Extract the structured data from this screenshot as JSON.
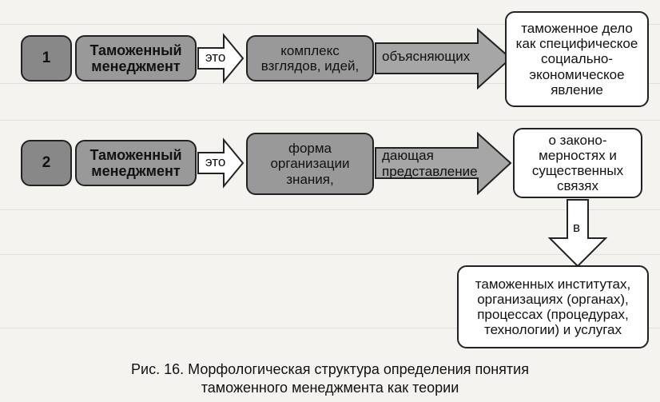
{
  "row1": {
    "num": "1",
    "subject": "Таможенный менеджмент",
    "arrow_label": "это",
    "concept": "комплекс взглядов, идей,",
    "connector": "объясняющих",
    "object": "таможенное  дело как специфическое социально-экономическое явление"
  },
  "row2": {
    "num": "2",
    "subject": "Таможенный менеджмент",
    "arrow_label": "это",
    "concept": "форма организации знания,",
    "connector": "дающая представление",
    "object": "о законо-мерностях и существенных связях"
  },
  "down_arrow_label": "в",
  "bottom_box": "таможенных институтах, организациях (органах), процессах (процедурах, технологии) и услугах",
  "caption": {
    "line1": "Рис. 16. Морфологическая структура определения понятия",
    "line2": "таможенного менеджмента как теории"
  },
  "colors": {
    "box_fill_gray": "#999999",
    "box_fill_dark": "#888888",
    "box_fill_white": "#ffffff",
    "outline": "#222222"
  }
}
